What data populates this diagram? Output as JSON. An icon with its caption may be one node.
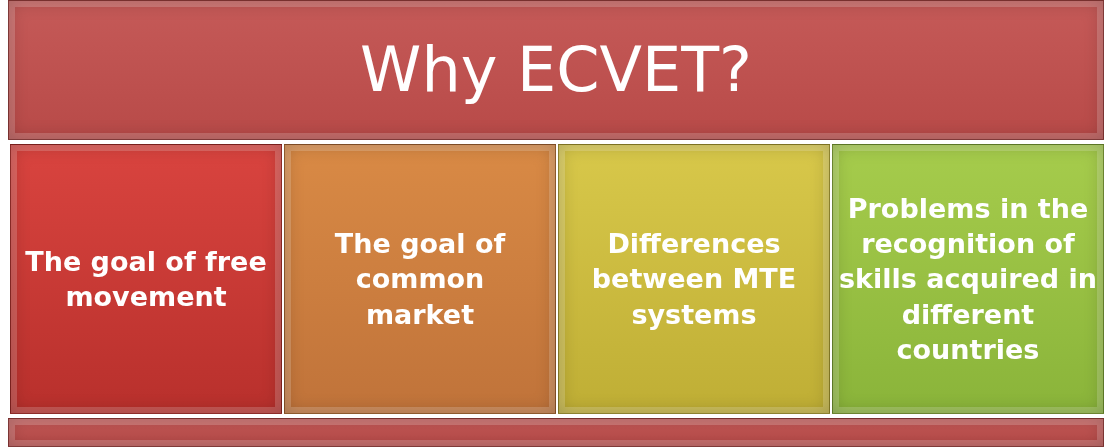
{
  "diagram": {
    "nodes": [
      {
        "text": [
          "Why ECVET?"
        ]
      },
      {
        "text": [
          "The goal of free movement"
        ]
      },
      {
        "text": [
          "The goal of common market"
        ]
      },
      {
        "text": [
          "Differences between MTE systems"
        ]
      },
      {
        "text": [
          "Problems in the recognition of skills acquired in different countries"
        ]
      },
      {
        "text": [],
        "shape": "bar"
      }
    ]
  }
}
